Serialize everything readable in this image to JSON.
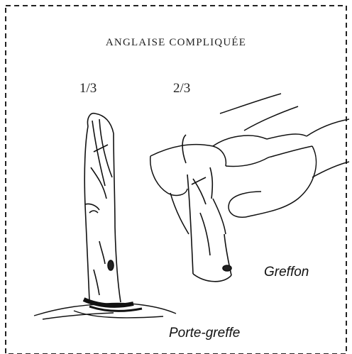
{
  "diagram": {
    "title": "ANGLAISE COMPLIQUÉE",
    "fraction_left": "1/3",
    "fraction_right": "2/3",
    "label_scion": "Greffon",
    "label_rootstock": "Porte-greffe",
    "colors": {
      "ink": "#111111",
      "border": "#222222",
      "background": "#ffffff"
    }
  }
}
